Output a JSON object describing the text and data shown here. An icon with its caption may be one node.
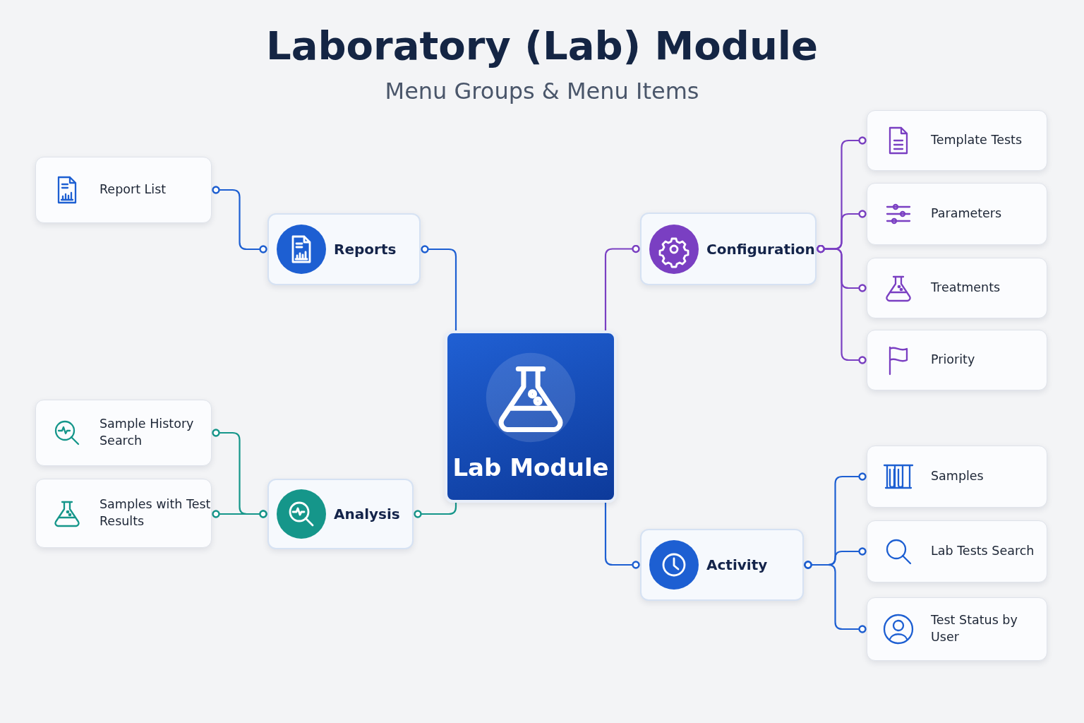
{
  "diagram": {
    "title": "Laboratory (Lab) Module",
    "nodes": [
      {
        "text": [
          "Lab Module"
        ]
      },
      {
        "text": [
          "Reports"
        ]
      },
      {
        "text": [
          "Report List"
        ]
      },
      {
        "text": [
          "Analysis"
        ]
      },
      {
        "text": [
          "Sample History Search"
        ]
      },
      {
        "text": [
          "Samples with Test Results"
        ]
      },
      {
        "text": [
          "Configuration"
        ]
      },
      {
        "text": [
          "Template Tests"
        ]
      },
      {
        "text": [
          "Parameters"
        ]
      },
      {
        "text": [
          "Treatments"
        ]
      },
      {
        "text": [
          "Priority"
        ]
      },
      {
        "text": [
          "Activity"
        ]
      },
      {
        "text": [
          "Samples"
        ]
      },
      {
        "text": [
          "Lab Tests Search"
        ]
      },
      {
        "text": [
          "Test Status by User"
        ]
      }
    ],
    "edges": [
      {
        "from": 0,
        "to": 1,
        "arrow": "other"
      },
      {
        "from": 1,
        "to": 2,
        "arrow": "other"
      },
      {
        "from": 0,
        "to": 3,
        "arrow": "other",
        "color": "#15968a"
      },
      {
        "from": 3,
        "to": 4,
        "arrow": "other",
        "color": "#15968a"
      },
      {
        "from": 3,
        "to": 5,
        "arrow": "other",
        "color": "#15968a"
      },
      {
        "from": 0,
        "to": 6,
        "arrow": "other",
        "color": "#7a3fc2"
      },
      {
        "from": 6,
        "to": 7,
        "arrow": "other",
        "color": "#7a3fc2"
      },
      {
        "from": 6,
        "to": 8,
        "arrow": "other",
        "color": "#7a3fc2"
      },
      {
        "from": 6,
        "to": 9,
        "arrow": "other",
        "color": "#7a3fc2"
      },
      {
        "from": 6,
        "to": 10,
        "arrow": "other",
        "color": "#7a3fc2"
      },
      {
        "from": 0,
        "to": 11,
        "arrow": "other"
      },
      {
        "from": 11,
        "to": 12,
        "arrow": "other"
      },
      {
        "from": 11,
        "to": 13,
        "arrow": "other"
      },
      {
        "from": 11,
        "to": 14,
        "arrow": "other"
      }
    ],
    "labels": [
      "Menu Groups & Menu Items"
    ]
  }
}
